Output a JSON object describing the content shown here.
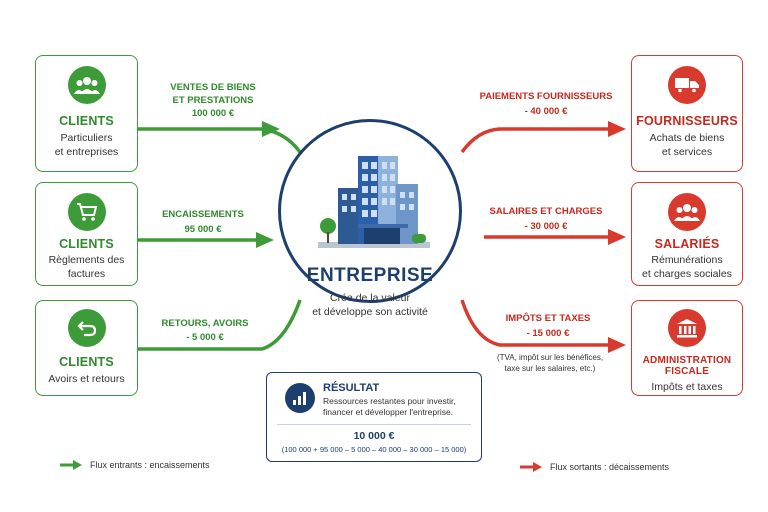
{
  "left_boxes": [
    {
      "title": "CLIENTS",
      "sub1": "Particuliers",
      "sub2": "et entreprises",
      "icon": "users-icon"
    },
    {
      "title": "CLIENTS",
      "sub1": "Règlements des",
      "sub2": "factures",
      "icon": "cart-icon"
    },
    {
      "title": "CLIENTS",
      "sub1": "Avoirs et retours",
      "sub2": "",
      "icon": "return-icon"
    }
  ],
  "right_boxes": [
    {
      "title": "FOURNISSEURS",
      "sub1": "Achats de biens",
      "sub2": "et services",
      "icon": "truck-icon"
    },
    {
      "title": "SALARIÉS",
      "sub1": "Rémunérations",
      "sub2": "et charges sociales",
      "icon": "employees-icon"
    },
    {
      "title": "ADMINISTRATION FISCALE",
      "sub1": "Impôts et taxes",
      "sub2": "",
      "icon": "government-building-icon"
    }
  ],
  "inflows": [
    {
      "label1": "VENTES DE BIENS",
      "label2": "ET PRESTATIONS",
      "amount": "100 000 €"
    },
    {
      "label1": "ENCAISSEMENTS",
      "label2": "",
      "amount": "95 000 €"
    },
    {
      "label1": "RETOURS, AVOIRS",
      "label2": "",
      "amount": "- 5 000 €"
    }
  ],
  "outflows": [
    {
      "label": "PAIEMENTS FOURNISSEURS",
      "amount": "- 40 000 €",
      "note1": "",
      "note2": ""
    },
    {
      "label": "SALAIRES ET CHARGES",
      "amount": "- 30 000 €",
      "note1": "",
      "note2": ""
    },
    {
      "label": "IMPÔTS ET TAXES",
      "amount": "- 15 000 €",
      "note1": "(TVA, impôt sur les bénéfices,",
      "note2": "taxe sur les salaires, etc.)"
    }
  ],
  "center": {
    "title": "ENTREPRISE",
    "sub1": "Crée de la valeur",
    "sub2": "et développe son activité",
    "icon": "office-building-icon"
  },
  "result": {
    "title": "RÉSULTAT",
    "desc1": "Ressources restantes pour investir,",
    "desc2": "financer et développer l'entreprise.",
    "amount": "10 000 €",
    "formula": "(100 000 + 95 000 – 5 000 – 40 000 – 30 000 – 15 000)",
    "icon": "bar-chart-icon"
  },
  "legend": {
    "in": "Flux entrants : encaissements",
    "out": "Flux sortants : décaissements"
  },
  "colors": {
    "green": "#3e9b3a",
    "red": "#d83a2e",
    "navy": "#1d3f6e"
  }
}
